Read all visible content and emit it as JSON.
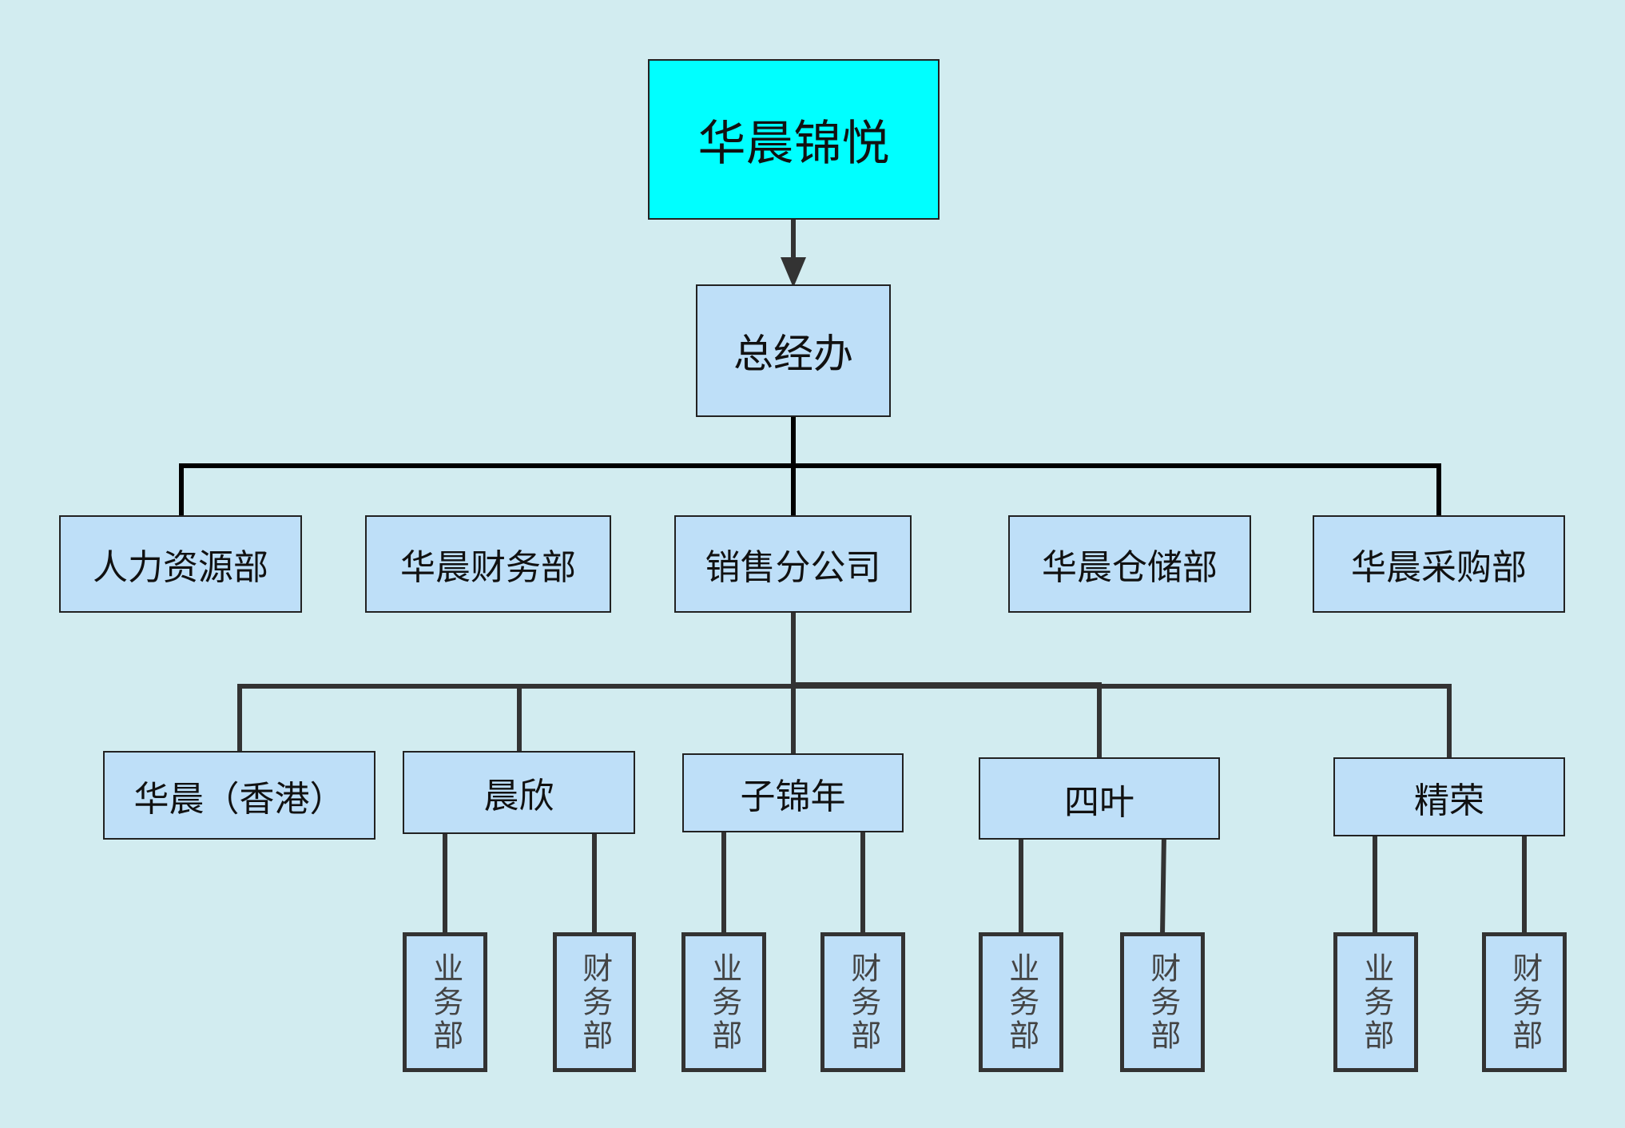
{
  "org": {
    "root": "华晨锦悦",
    "general_office": "总经办",
    "departments": [
      "人力资源部",
      "华晨财务部",
      "销售分公司",
      "华晨仓储部",
      "华晨采购部"
    ],
    "subsidiaries": [
      "华晨（香港）",
      "晨欣",
      "子锦年",
      "四叶",
      "精荣"
    ],
    "sub_departments": [
      {
        "parent": "晨欣",
        "units": [
          "业务部",
          "财务部"
        ]
      },
      {
        "parent": "子锦年",
        "units": [
          "业务部",
          "财务部"
        ]
      },
      {
        "parent": "四叶",
        "units": [
          "业务部",
          "财务部"
        ]
      },
      {
        "parent": "精荣",
        "units": [
          "业务部",
          "财务部"
        ]
      }
    ]
  }
}
